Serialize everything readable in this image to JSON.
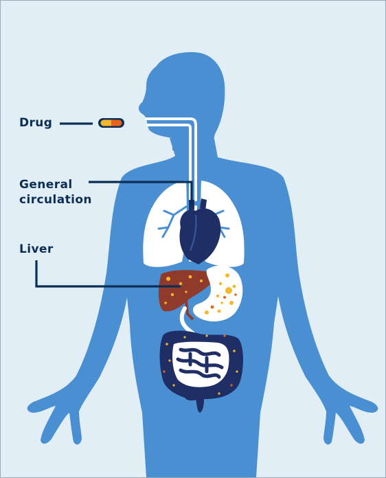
{
  "labels": {
    "drug": "Drug",
    "general_line1": "General",
    "general_line2": "circulation",
    "liver": "Liver"
  },
  "colors": {
    "background": "#e2eef6",
    "body": "#4a8fd1",
    "lungs": "#ffffff",
    "heart": "#1f2f66",
    "liver": "#8f3a2a",
    "stomach": "#ffffff",
    "intestines": "#1f2f66",
    "pill_left": "#f3b82e",
    "pill_right": "#e8641c",
    "leader_lines": "#0c2e55"
  },
  "icons": [
    "capsule-icon",
    "lungs-icon",
    "heart-icon",
    "liver-icon",
    "stomach-icon",
    "intestines-icon"
  ]
}
